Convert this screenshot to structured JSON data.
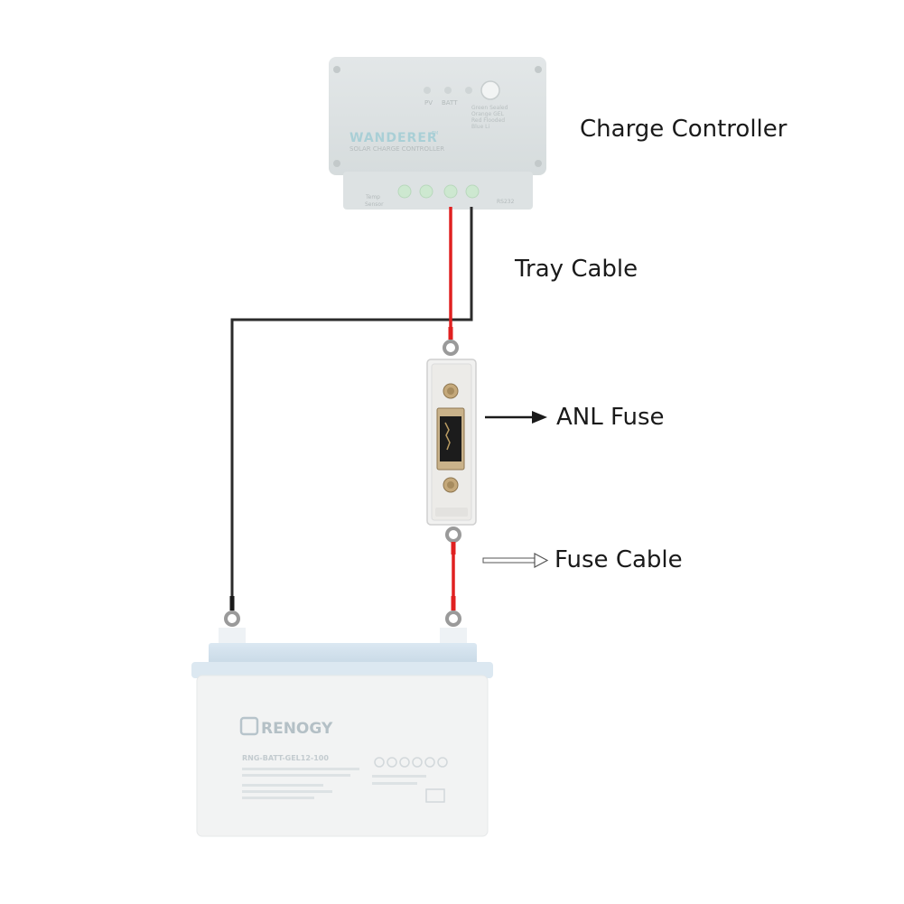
{
  "labels": {
    "charge_controller": "Charge Controller",
    "tray_cable": "Tray Cable",
    "anl_fuse": "ANL Fuse",
    "fuse_cable": "Fuse Cable"
  },
  "controller": {
    "brand": "WANDERER",
    "trademark": "TM",
    "subtitle": "SOLAR CHARGE CONTROLLER",
    "led_pv": "PV",
    "led_batt": "BATT",
    "temp_sensor_line1": "Temp",
    "temp_sensor_line2": "Sensor",
    "rs232": "RS232",
    "battery_types": [
      "Green Sealed",
      "Orange GEL",
      "Red Flooded",
      "Blue Li"
    ]
  },
  "battery": {
    "brand": "RENOGY",
    "model": "RNG-BATT-GEL12-100"
  },
  "colors": {
    "positive_wire": "#e02020",
    "negative_wire": "#2b2b2b",
    "faded_component": "#dfe4e6",
    "battery_lid": "#cfe0ee"
  }
}
